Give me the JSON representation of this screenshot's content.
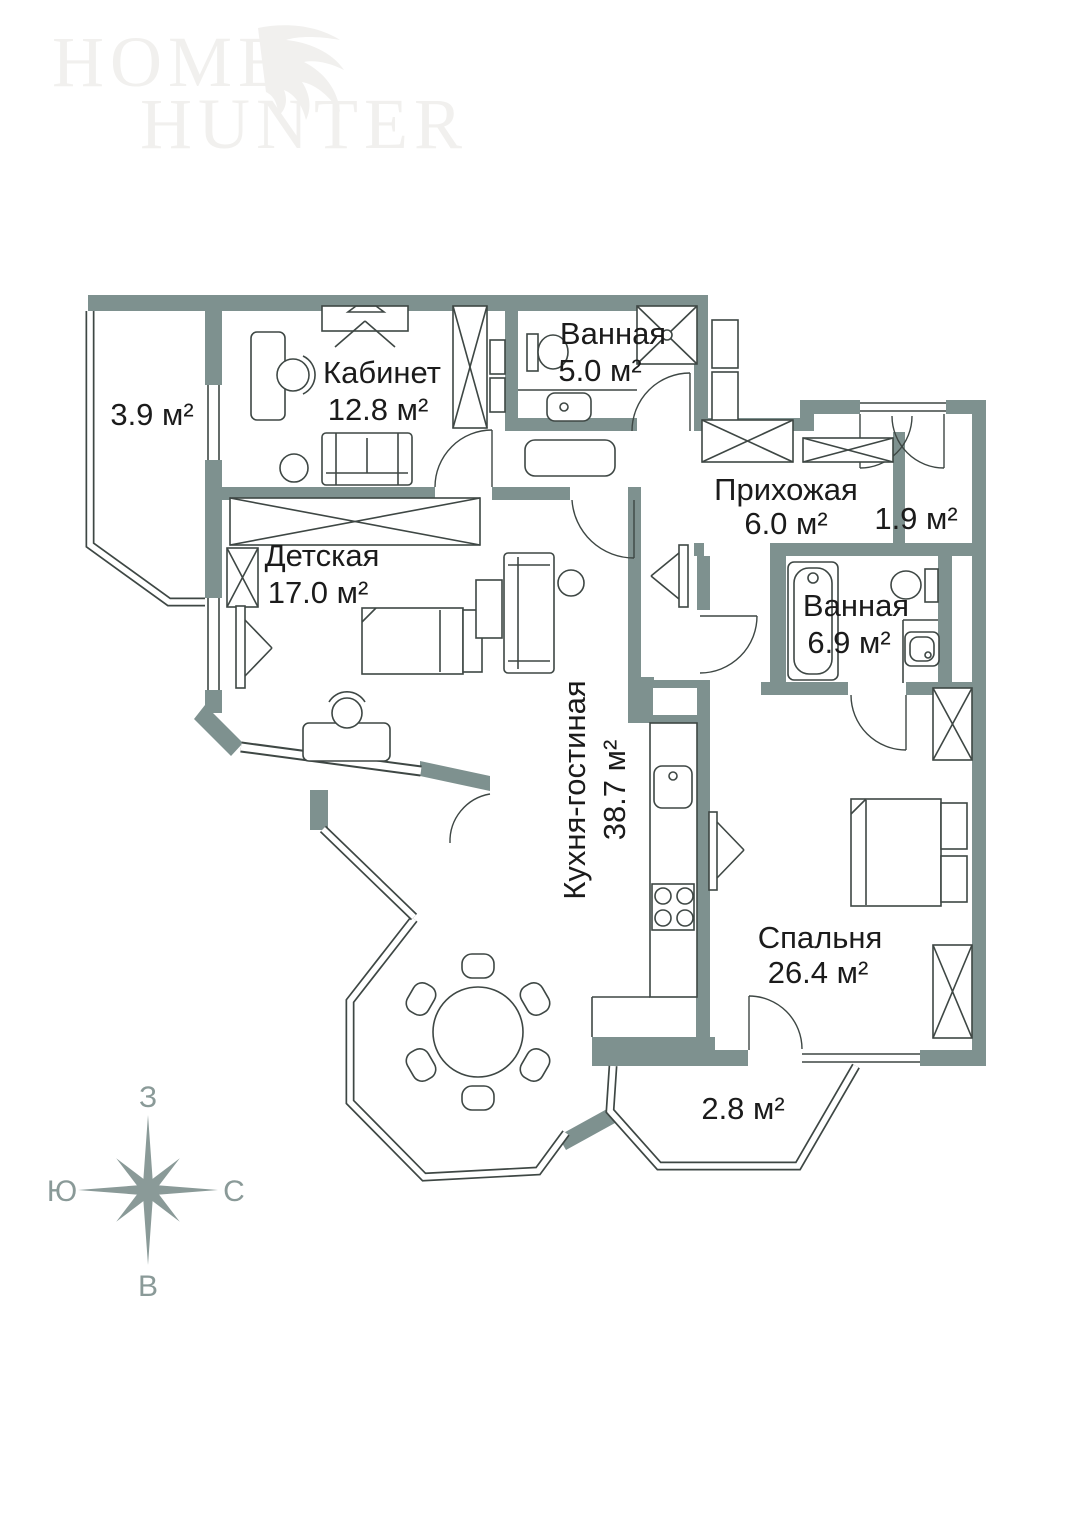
{
  "watermark": {
    "line1": "HOME",
    "line2": "HUNTER"
  },
  "rooms": {
    "balcony39": {
      "area": "3.9 м²"
    },
    "kabinet": {
      "name": "Кабинет",
      "area": "12.8 м²"
    },
    "bath5": {
      "name": "Ванная",
      "area": "5.0 м²"
    },
    "hallway": {
      "name": "Прихожая",
      "area": "6.0 м²"
    },
    "closet19": {
      "area": "1.9 м²"
    },
    "detskaya": {
      "name": "Детская",
      "area": "17.0 м²"
    },
    "bath69": {
      "name": "Ванная",
      "area": "6.9 м²"
    },
    "kitchen": {
      "name": "Кухня-гостиная",
      "area": "38.7 м²"
    },
    "bedroom": {
      "name": "Спальня",
      "area": "26.4 м²"
    },
    "balcony28": {
      "area": "2.8 м²"
    }
  },
  "compass": {
    "top": "З",
    "left": "Ю",
    "right": "С",
    "bottom": "В"
  },
  "colors": {
    "background": "#FFFFFF",
    "wall": "#7E918F",
    "line": "#3E4744",
    "text": "#1B1B1B",
    "compass": "#8A9A98",
    "watermark": "#F1F0EE"
  }
}
